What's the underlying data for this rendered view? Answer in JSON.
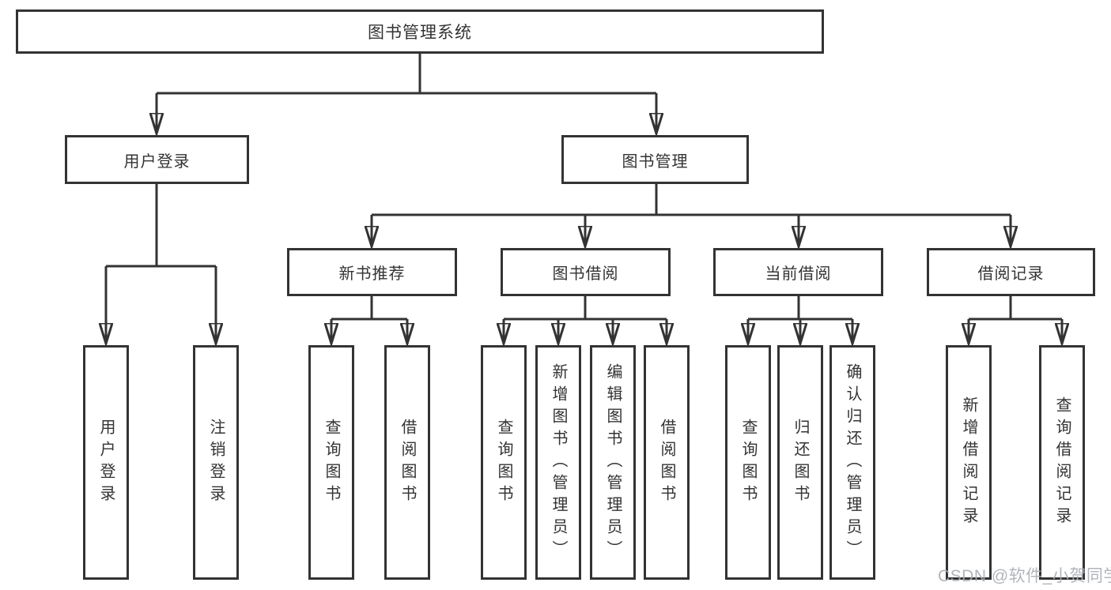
{
  "diagram_title": "图书管理系统",
  "nodes": {
    "root": {
      "label": "图书管理系统"
    },
    "user_login": {
      "label": "用户登录"
    },
    "book_mgmt": {
      "label": "图书管理"
    },
    "new_book_rec": {
      "label": "新书推荐"
    },
    "book_borrow": {
      "label": "图书借阅"
    },
    "current_borrow": {
      "label": "当前借阅"
    },
    "borrow_records": {
      "label": "借阅记录"
    },
    "leaf_user_login": {
      "label": "用户登录"
    },
    "leaf_logout": {
      "label": "注销登录"
    },
    "leaf_query_book_rec": {
      "label": "查询图书"
    },
    "leaf_borrow_book_rec": {
      "label": "借阅图书"
    },
    "leaf_query_book_borrow": {
      "label": "查询图书"
    },
    "leaf_add_book": {
      "label": "新增图书（管理员）"
    },
    "leaf_edit_book": {
      "label": "编辑图书（管理员）"
    },
    "leaf_borrow_book_borrow": {
      "label": "借阅图书"
    },
    "leaf_query_book_current": {
      "label": "查询图书"
    },
    "leaf_return_book": {
      "label": "归还图书"
    },
    "leaf_confirm_return": {
      "label": "确认归还（管理员）"
    },
    "leaf_add_borrow_record": {
      "label": "新增借阅记录"
    },
    "leaf_query_borrow_record": {
      "label": "查询借阅记录"
    }
  },
  "watermark": "CSDN @软件_小贺同学",
  "colors": {
    "line": "#333333",
    "text": "#333333",
    "background": "#ffffff",
    "watermark": "#a9aeb4"
  }
}
